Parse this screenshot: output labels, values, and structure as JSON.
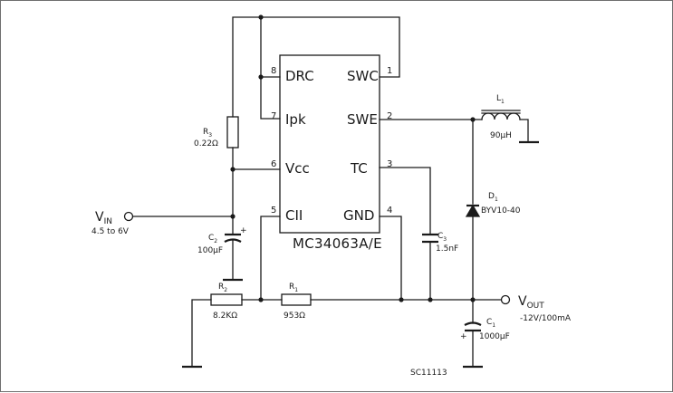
{
  "ic": {
    "name": "MC34063A/E",
    "pins": [
      {
        "num": "8",
        "name": "DRC"
      },
      {
        "num": "7",
        "name": "Ipk"
      },
      {
        "num": "6",
        "name": "Vcc"
      },
      {
        "num": "5",
        "name": "CII"
      },
      {
        "num": "1",
        "name": "SWC"
      },
      {
        "num": "2",
        "name": "SWE"
      },
      {
        "num": "3",
        "name": "TC"
      },
      {
        "num": "4",
        "name": "GND"
      }
    ]
  },
  "components": {
    "r3": {
      "ref": "R",
      "sub": "3",
      "value": "0.22Ω"
    },
    "c2": {
      "ref": "C",
      "sub": "2",
      "value": "100µF"
    },
    "r2": {
      "ref": "R",
      "sub": "2",
      "value": "8.2KΩ"
    },
    "r1": {
      "ref": "R",
      "sub": "1",
      "value": "953Ω"
    },
    "c3": {
      "ref": "C",
      "sub": "3",
      "value": "1.5nF"
    },
    "l1": {
      "ref": "L",
      "sub": "1",
      "value": "90µH"
    },
    "d1": {
      "ref": "D",
      "sub": "1",
      "value": "BYV10-40"
    },
    "c1": {
      "ref": "C",
      "sub": "1",
      "value": "1000µF"
    }
  },
  "vin": {
    "label": "V",
    "sub": "IN",
    "range": "4.5 to 6V"
  },
  "vout": {
    "label": "V",
    "sub": "OUT",
    "spec": "-12V/100mA"
  },
  "figure_code": "SC11113"
}
